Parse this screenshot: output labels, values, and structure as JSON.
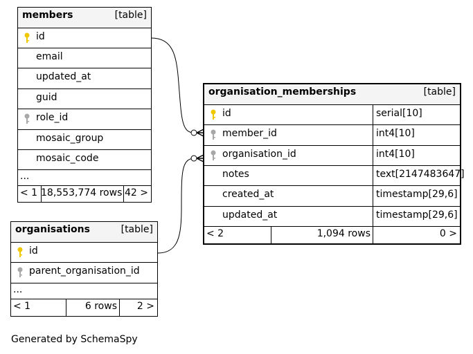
{
  "tables": {
    "members": {
      "name": "members",
      "kind": "[table]",
      "columns": [
        "id",
        "email",
        "updated_at",
        "guid",
        "role_id",
        "mosaic_group",
        "mosaic_code"
      ],
      "ellipsis": "...",
      "footer": {
        "left": "< 1",
        "mid": "18,553,774 rows",
        "right": "42 >"
      }
    },
    "organisations": {
      "name": "organisations",
      "kind": "[table]",
      "columns": [
        "id",
        "parent_organisation_id"
      ],
      "ellipsis": "...",
      "footer": {
        "left": "< 1",
        "mid": "6 rows",
        "right": "2 >"
      }
    },
    "organisation_memberships": {
      "name": "organisation_memberships",
      "kind": "[table]",
      "columns": [
        "id",
        "member_id",
        "organisation_id",
        "notes",
        "created_at",
        "updated_at"
      ],
      "types": [
        "serial[10]",
        "int4[10]",
        "int4[10]",
        "text[2147483647]",
        "timestamp[29,6]",
        "timestamp[29,6]"
      ],
      "footer": {
        "left": "< 2",
        "mid": "1,094 rows",
        "right": "0 >"
      }
    }
  },
  "generated_by": "Generated by SchemaSpy",
  "colors": {
    "primary_key": "#f0c800",
    "foreign_key": "#a8a8a8",
    "header_bg": "#f4f4f4"
  }
}
